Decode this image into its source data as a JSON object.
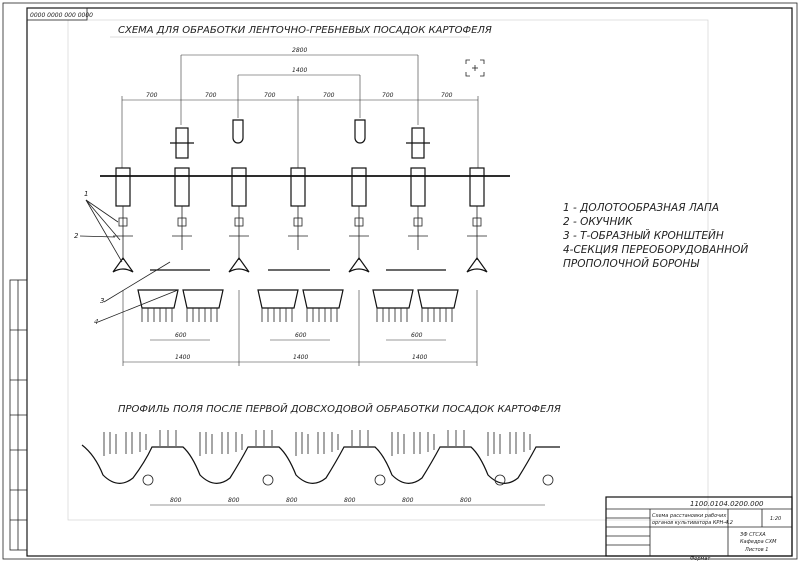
{
  "stamp_top": "0000 0000 000 0000",
  "titles": {
    "scheme": "СХЕМА ДЛЯ ОБРАБОТКИ ЛЕНТОЧНО-ГРЕБНЕВЫХ ПОСАДОК КАРТОФЕЛЯ",
    "profile": "ПРОФИЛЬ ПОЛЯ ПОСЛЕ ПЕРВОЙ ДОВСХОДОВОЙ ОБРАБОТКИ ПОСАДОК КАРТОФЕЛЯ"
  },
  "dimensions": {
    "overall": "2800",
    "inner": "1400",
    "top_row": [
      "700",
      "700",
      "700",
      "700",
      "700",
      "700"
    ],
    "bottom_span": [
      "1400",
      "1400",
      "1400"
    ],
    "harrow_width": [
      "600",
      "600",
      "600"
    ],
    "profile": [
      "800",
      "800",
      "800",
      "800",
      "800",
      "800"
    ]
  },
  "callouts": [
    "1",
    "2",
    "3",
    "4"
  ],
  "legend": [
    "1 - ДОЛОТООБРАЗНАЯ ЛАПА",
    "2 - ОКУЧНИК",
    "3 - Т-ОБРАЗНЫЙ КРОНШТЕЙН",
    "4-СЕКЦИЯ ПЕРЕОБОРУДОВАННОЙ",
    "ПРОПОЛОЧНОЙ БОРОНЫ"
  ],
  "title_block": {
    "code": "1100.0104.0200.000",
    "name_line1": "Схема расстановки рабочих",
    "name_line2": "органов культиватора КРН-4.2",
    "sheet": "1:20",
    "org_line1": "ЗФ СГСХА",
    "org_line2": "Кафедра СХМ",
    "sheet_label": "Листов 1"
  },
  "bottom_label": "Формат"
}
